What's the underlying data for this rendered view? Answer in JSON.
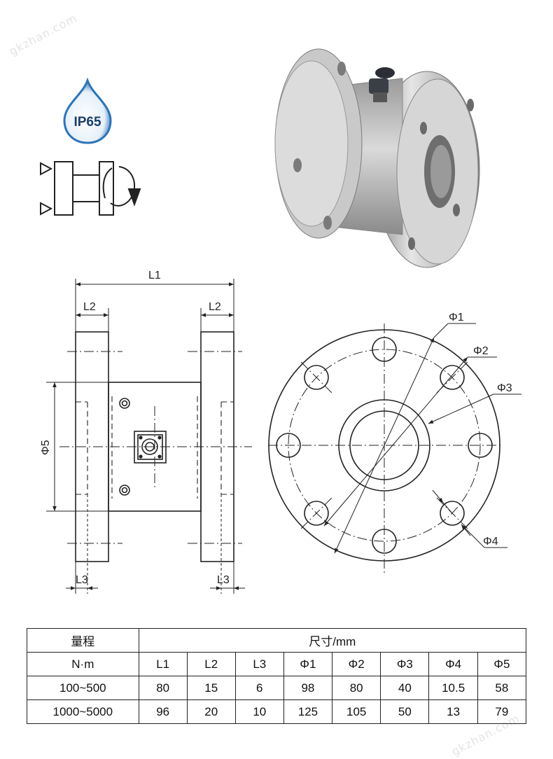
{
  "watermark": "gkzhan.com",
  "badge": {
    "icon": "water-drop-icon",
    "label": "IP65"
  },
  "dimension_labels": {
    "L1": "L1",
    "L2": "L2",
    "L3": "L3",
    "phi1": "Φ1",
    "phi2": "Φ2",
    "phi3": "Φ3",
    "phi4": "Φ4",
    "phi5": "Φ5"
  },
  "table": {
    "range_header": "量程",
    "size_header": "尺寸/mm",
    "unit": "N·m",
    "columns": [
      "L1",
      "L2",
      "L3",
      "Φ1",
      "Φ2",
      "Φ3",
      "Φ4",
      "Φ5"
    ],
    "rows": [
      {
        "range": "100~500",
        "values": [
          "80",
          "15",
          "6",
          "98",
          "80",
          "40",
          "10.5",
          "58"
        ]
      },
      {
        "range": "1000~5000",
        "values": [
          "96",
          "20",
          "10",
          "125",
          "105",
          "50",
          "13",
          "79"
        ]
      }
    ]
  },
  "colors": {
    "line": "#222222",
    "badge_blue": "#2f74b5",
    "metal": "#b8b8b8"
  }
}
